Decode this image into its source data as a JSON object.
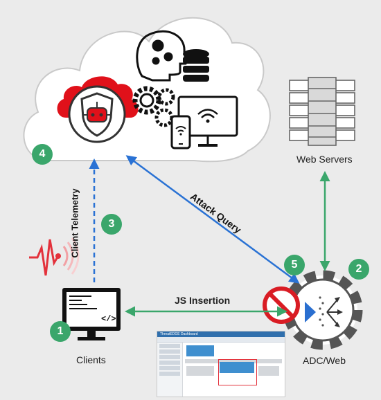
{
  "labels": {
    "web_servers": "Web Servers",
    "clients": "Clients",
    "adc_web": "ADC/Web",
    "js_insertion": "JS Insertion",
    "attack_query": "Attack Query",
    "client_telemetry": "Client Telemetry"
  },
  "badges": [
    "1",
    "2",
    "3",
    "4",
    "5"
  ],
  "screenshot": {
    "title": "ThreatEDGE   Dashboard"
  },
  "colors": {
    "badge": "#3aa66b",
    "green_arrow": "#3aa66b",
    "blue_arrow": "#2a72d4",
    "brand_red": "#e0111a",
    "prohibit_red": "#d91c24"
  }
}
